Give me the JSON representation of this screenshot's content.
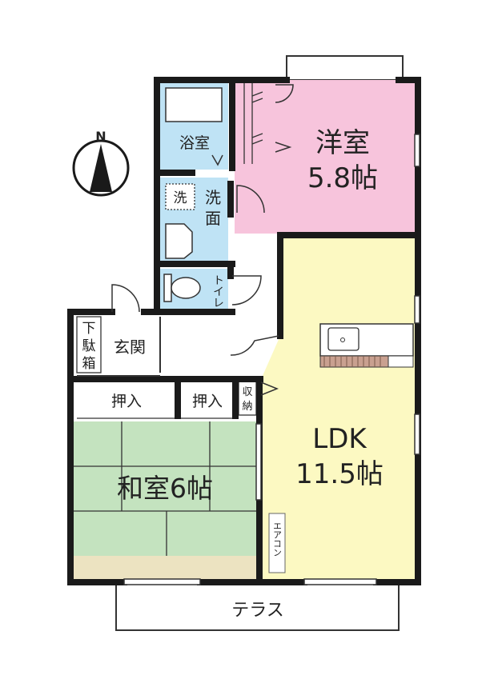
{
  "compass": {
    "north": "N"
  },
  "rooms": {
    "western": {
      "name": "洋室",
      "size": "5.8帖"
    },
    "ldk": {
      "name": "LDK",
      "size": "11.5帖"
    },
    "japanese": {
      "name": "和室6帖"
    },
    "bath": {
      "name": "浴室"
    },
    "washroom": {
      "name_line1": "洗",
      "name_line2": "面"
    },
    "washer": {
      "name": "洗"
    },
    "toilet": {
      "name": "トイレ"
    },
    "entrance": {
      "name": "玄関"
    },
    "shoebox": {
      "line1": "下",
      "line2": "駄",
      "line3": "箱"
    },
    "closet_left": {
      "name": "押入"
    },
    "closet_right": {
      "name": "押入"
    },
    "storage": {
      "line1": "収",
      "line2": "納"
    },
    "aircon": {
      "name": "エアコン"
    },
    "terrace": {
      "name": "テラス"
    }
  },
  "colors": {
    "western": "#f7c4dc",
    "ldk": "#fcf9c2",
    "japanese": "#c4e3bf",
    "tokonoma": "#ece3c1",
    "wet_area": "#bfe3f5",
    "wall": "#1a1a1a"
  }
}
